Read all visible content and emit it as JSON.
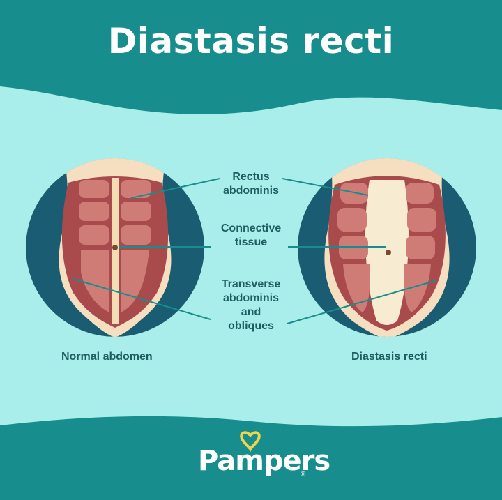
{
  "title": "Diastasis recti",
  "labels": {
    "rectus": [
      "Rectus",
      "abdominis"
    ],
    "connective": [
      "Connective",
      "tissue"
    ],
    "transverse": [
      "Transverse",
      "abdominis",
      "and",
      "obliques"
    ]
  },
  "captions": {
    "left": "Normal abdomen",
    "right": "Diastasis recti"
  },
  "logo": {
    "text": "Pampers",
    "registered": "®",
    "heart_color": "#f2d44a"
  },
  "colors": {
    "teal_band": "#178e8d",
    "background": "#a9eeea",
    "circle_backdrop": "#1a5c72",
    "skin": "#f5dfc0",
    "muscle": "#c96e6e",
    "label_text": "#1f5d63"
  }
}
